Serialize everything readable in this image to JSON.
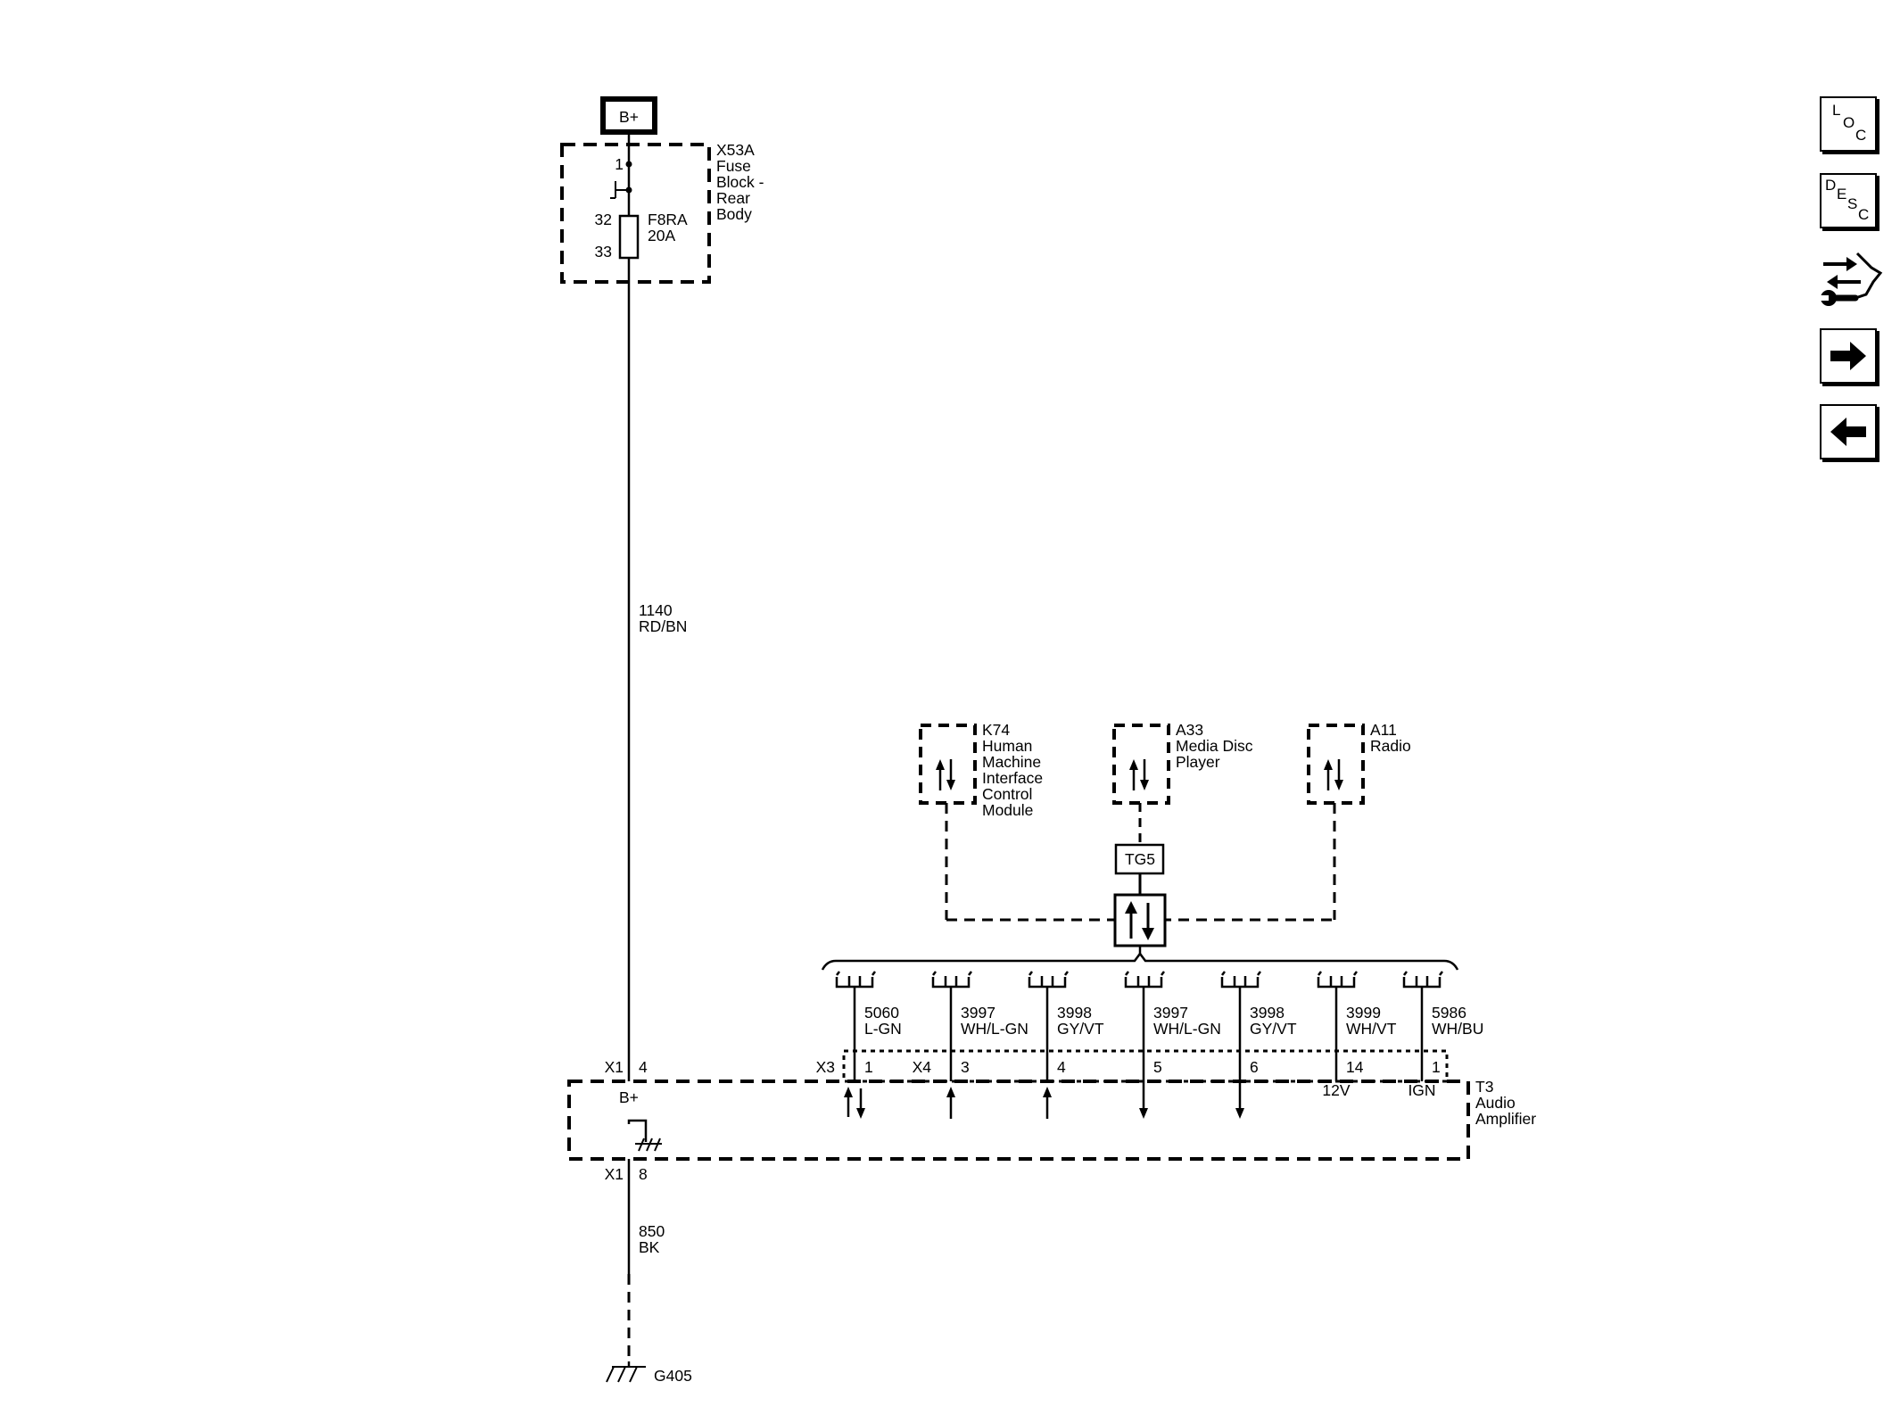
{
  "battery": {
    "label": "B+"
  },
  "fuse_block": {
    "ref": "X53A",
    "name_lines": [
      "Fuse",
      "Block -",
      "Rear",
      "Body"
    ],
    "pin_in": "1",
    "pin_a": "32",
    "pin_b": "33",
    "fuse_ref": "F8RA",
    "fuse_rating": "20A"
  },
  "wire_power": {
    "circuit": "1140",
    "color": "RD/BN"
  },
  "wire_ground": {
    "circuit": "850",
    "color": "BK"
  },
  "ground": {
    "label": "G405"
  },
  "modules": {
    "k74": {
      "ref": "K74",
      "name_lines": [
        "Human",
        "Machine",
        "Interface",
        "Control",
        "Module"
      ]
    },
    "a33": {
      "ref": "A33",
      "name_lines": [
        "Media Disc",
        "Player"
      ]
    },
    "a11": {
      "ref": "A11",
      "name_lines": [
        "Radio"
      ]
    }
  },
  "splice": {
    "label": "TG5"
  },
  "bus_wires": [
    {
      "circuit": "5060",
      "color": "L-GN"
    },
    {
      "circuit": "3997",
      "color": "WH/L-GN"
    },
    {
      "circuit": "3998",
      "color": "GY/VT"
    },
    {
      "circuit": "3997",
      "color": "WH/L-GN"
    },
    {
      "circuit": "3998",
      "color": "GY/VT"
    },
    {
      "circuit": "3999",
      "color": "WH/VT"
    },
    {
      "circuit": "5986",
      "color": "WH/BU"
    }
  ],
  "amplifier": {
    "ref": "T3",
    "name_lines": [
      "Audio",
      "Amplifier"
    ],
    "connector_x1": "X1",
    "connector_x3": "X3",
    "connector_x4": "X4",
    "power_pin": "4",
    "power_label": "B+",
    "ground_pin": "8",
    "pins": [
      "1",
      "3",
      "4",
      "5",
      "6",
      "14",
      "1"
    ],
    "pin_labels": {
      "14": "12V",
      "1": "IGN"
    }
  },
  "nav_buttons": {
    "loc": [
      "L",
      "O",
      "C"
    ],
    "desc": [
      "D",
      "E",
      "S",
      "C"
    ],
    "next_icon": "right-arrow-icon",
    "prev_icon": "left-arrow-icon",
    "tools_icon": "wrench-arrows-icon"
  }
}
